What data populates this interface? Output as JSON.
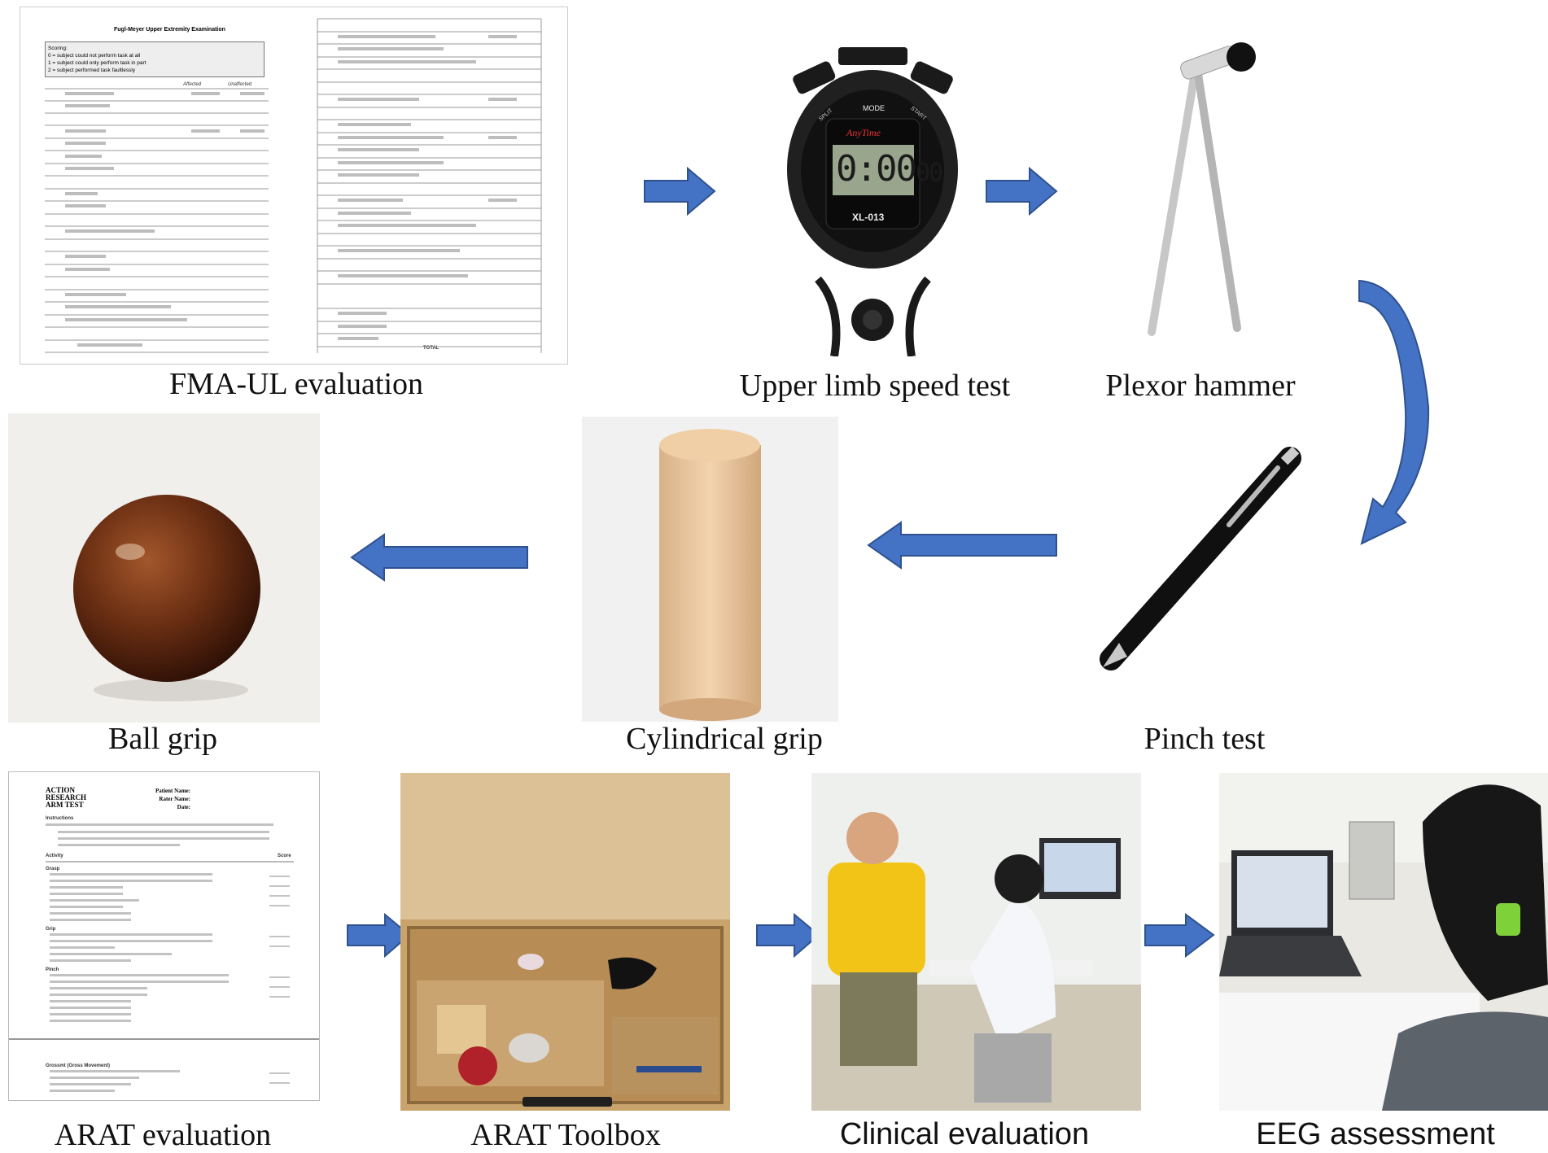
{
  "captions": {
    "fma": "FMA-UL evaluation",
    "speed": "Upper limb speed test",
    "hammer": "Plexor hammer",
    "ball": "Ball grip",
    "cyl": "Cylindrical grip",
    "pinch": "Pinch test",
    "arat": "ARAT evaluation",
    "toolbox": "ARAT Toolbox",
    "clinical": "Clinical evaluation",
    "eeg": "EEG assessment"
  },
  "fma_doc": {
    "title": "Fugl-Meyer Upper Extremity Examination",
    "scoring": [
      "Scoring:",
      "0 = subject could not perform task at all",
      "1 = subject could only perform task in part",
      "2 = subject performed task faultlessly"
    ],
    "col_affected": "Affected",
    "col_unaffected": "Unaffected",
    "total": "TOTAL"
  },
  "stopwatch": {
    "mode": "MODE",
    "brand": "AnyTime",
    "display": "0:00",
    "display_small": "00",
    "model": "XL-013",
    "split": "SPLIT",
    "start": "START"
  },
  "arat_doc": {
    "title": [
      "ACTION",
      "RESEARCH",
      "ARM TEST"
    ],
    "fields": [
      "Patient Name:",
      "Rater Name:",
      "Date:"
    ],
    "sections": [
      "Instructions",
      "Grasp",
      "Grip",
      "Pinch",
      "Grossmt (Gross Movement)"
    ],
    "col_activity": "Activity",
    "col_score": "Score"
  },
  "colors": {
    "arrow": "#4472c4",
    "arrow_outline": "#2f528f"
  }
}
